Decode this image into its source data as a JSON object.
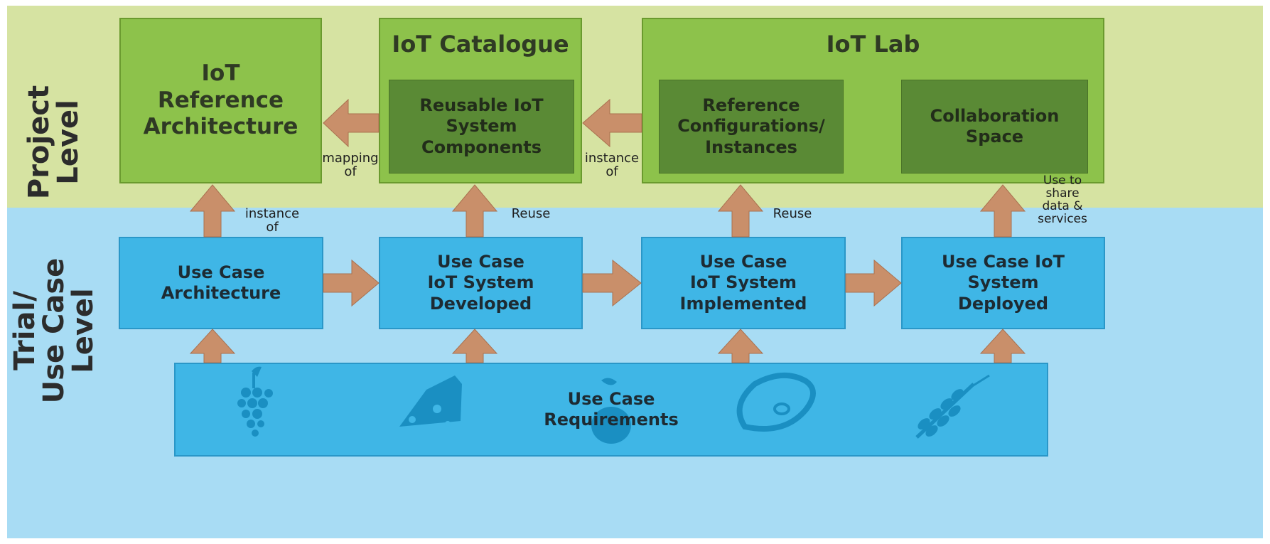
{
  "levels": {
    "project": "Project\nLevel",
    "trial": "Trial/\nUse Case\nLevel"
  },
  "project_boxes": {
    "reference_architecture": "IoT\nReference\nArchitecture",
    "catalogue_title": "IoT Catalogue",
    "catalogue_inner": "Reusable IoT\nSystem\nComponents",
    "lab_title": "IoT Lab",
    "lab_inner_1": "Reference\nConfigurations/\nInstances",
    "lab_inner_2": "Collaboration\nSpace"
  },
  "usecase_boxes": {
    "architecture": "Use Case\nArchitecture",
    "developed": "Use Case\nIoT System\nDeveloped",
    "implemented": "Use Case\nIoT System\nImplemented",
    "deployed": "Use Case IoT\nSystem\nDeployed",
    "requirements": "Use Case\nRequirements"
  },
  "edge_labels": {
    "mapping_of": "mapping\nof",
    "instance_of_h": "instance\nof",
    "instance_of_v": "instance\nof",
    "reuse_1": "Reuse",
    "reuse_2": "Reuse",
    "share": "Use to\nshare\ndata &\nservices"
  },
  "colors": {
    "project_band": "#d6e3a2",
    "usecase_band": "#a8dcf4",
    "green_box": "#8dc24b",
    "dark_green_box": "#5a8a35",
    "blue_box": "#3fb6e6",
    "arrow": "#c98f6a",
    "icon": "#1a8fc2"
  },
  "icons": [
    "grapes-icon",
    "cheese-icon",
    "vegetable-icon",
    "meat-icon",
    "wheat-icon"
  ]
}
